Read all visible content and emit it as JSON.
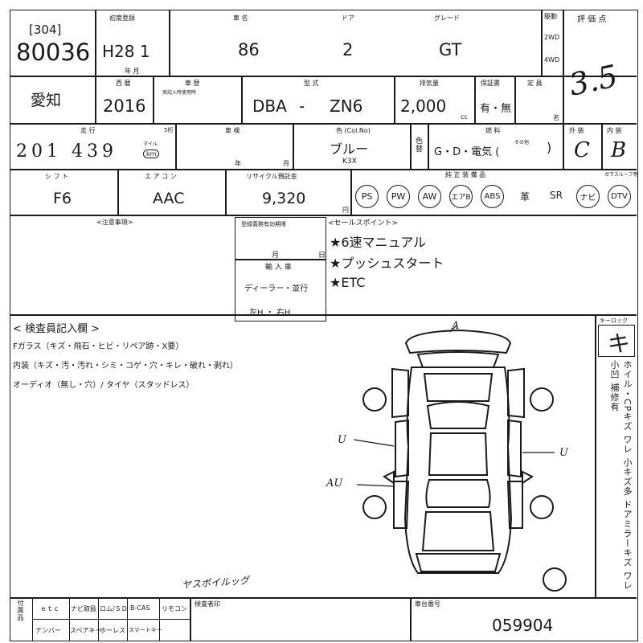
{
  "header": {
    "lot_prefix": "[304]",
    "lot_number": "80036",
    "registration_label": "初度登録",
    "registration": "H28 1",
    "year_month_label": "年  月",
    "model_label": "車  名",
    "model": "86",
    "door_label": "ドア",
    "doors": "2",
    "grade_label": "グレード",
    "grade": "GT",
    "drive_label": "駆動",
    "drive_opt1": "2WD",
    "drive_opt2": "4WD",
    "score_label": "評 価 点",
    "score": "3.5"
  },
  "row2": {
    "region": "愛知",
    "year_label": "西  暦",
    "year": "2016",
    "history_label": "車  歴",
    "history_note": "実記入時使用時",
    "type_label": "型  式",
    "type_prefix": "DBA",
    "type_dash": "-",
    "type": "ZN6",
    "displacement_label": "排気量",
    "displacement": "2,000",
    "displacement_unit": "cc",
    "warranty_label": "保証書",
    "warranty": "有・無",
    "capacity_label": "定  員",
    "capacity_unit": "名"
  },
  "row3": {
    "mileage_label": "走  行",
    "mileage_sub": "5桁",
    "mileage": "201  439",
    "mileage_unit_top": "マイル",
    "mileage_unit": "km",
    "inspection_label": "車  検",
    "year_unit": "年",
    "month_unit": "月",
    "color_label": "色 (Col.No)",
    "color": "ブルー",
    "color_code": "K3X",
    "color_change_label": "色替",
    "fuel_label": "燃  料",
    "fuel": "G・D・電気 (",
    "fuel_other": "その他",
    "fuel_close": ")",
    "exterior_label": "外  装",
    "exterior": "C",
    "interior_label": "内  装",
    "interior": "B"
  },
  "row4": {
    "shift_label": "シ フ ト",
    "shift": "F6",
    "ac_label": "エ ア コ ン",
    "ac": "AAC",
    "recycle_label": "リサイクル預託金",
    "recycle": "9,320",
    "recycle_unit": "円",
    "equipment_label": "純 正 装 備 品",
    "sub_label": "ガラスルーフ等",
    "equipment": [
      "PS",
      "PW",
      "AW",
      "エアB",
      "ABS"
    ],
    "equipment_plain": [
      "革",
      "SR"
    ],
    "equipment_circled2": [
      "ナビ",
      "DTV"
    ]
  },
  "notes": {
    "caution_label": "<注意事項>",
    "inspection_due_label": "登録義務有効期限",
    "inspection_due_month": "月",
    "inspection_due_day": "日",
    "import_label": "輸 入 車",
    "importer": "ディーラー・並行",
    "steering": "左H  ・  右H",
    "sales_label": "<セールスポイント>",
    "sales_points": [
      "★6速マニュアル",
      "★プッシュスタート",
      "★ETC"
    ]
  },
  "inspector": {
    "title": "< 検査員記入欄 >",
    "lines": [
      "Fガラス（キズ・飛石・ヒビ・リペア跡・X要）",
      "内装（キズ・汚・汚れ・シミ・コゲ・穴・キレ・破れ・剥れ）",
      "オーディオ（無し・穴）/ タイヤ（スタッドレス）"
    ],
    "side_label": "キーロック",
    "side_value": "キ",
    "side_note": "ホイル・CPキズ ワレ 小キズ多 ドアミラーキズ ワレ 小凹 補修有",
    "marks": [
      "A",
      "U",
      "U",
      "AU"
    ],
    "bottom_note": "ヤスポイルッグ"
  },
  "footer": {
    "cells_top": [
      "ｅｔｃ",
      "ナビ取扱",
      "ロム/ＳＤ",
      "B-CAS",
      "リモコン"
    ],
    "cells_bottom": [
      "ナンバー",
      "スペアキー",
      "ホーレス",
      "スマートキー"
    ],
    "left_label": "付属品",
    "inspector_label": "検査者印",
    "chassis_label": "車台番号",
    "chassis_number": "059904"
  }
}
